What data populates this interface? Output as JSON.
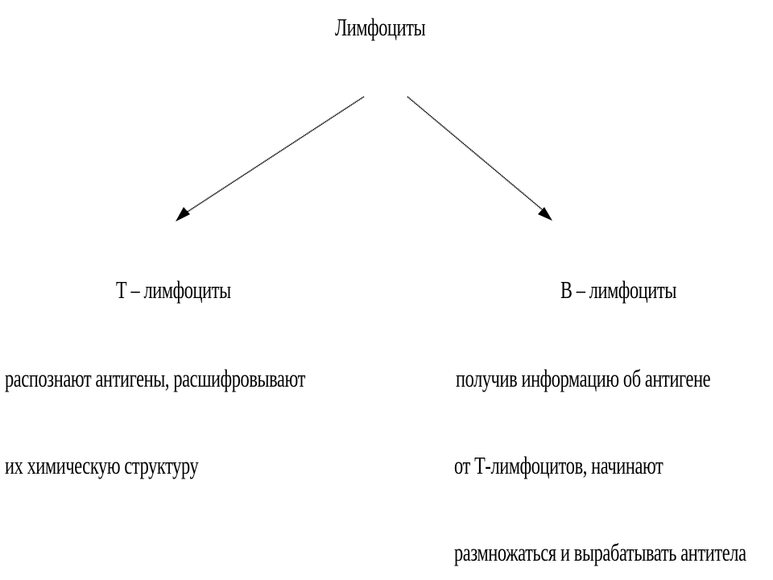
{
  "root": {
    "label": "Лимфоциты"
  },
  "branches": [
    {
      "title": "Т – лимфоциты",
      "description": [
        "распознают антигены, расшифровывают",
        "их химическую структуру"
      ]
    },
    {
      "title": "В – лимфоциты",
      "description": [
        "получив информацию об антигене",
        "от Т-лимфоцитов, начинают",
        "размножаться и вырабатывать антитела"
      ]
    }
  ]
}
